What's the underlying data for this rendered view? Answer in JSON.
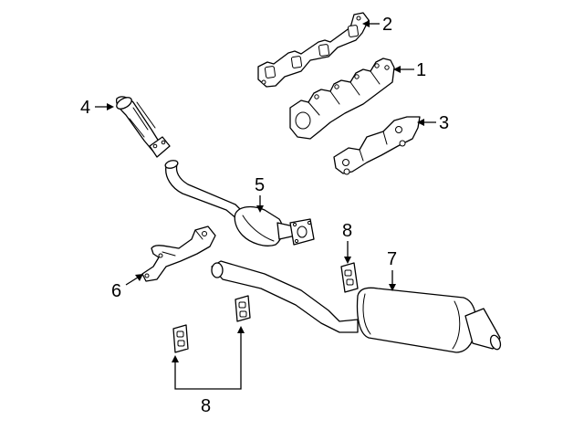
{
  "callouts": {
    "c1": "1",
    "c2": "2",
    "c3": "3",
    "c4": "4",
    "c5": "5",
    "c6": "6",
    "c7": "7",
    "c8a": "8",
    "c8b": "8"
  },
  "colors": {
    "line": "#000000",
    "fill": "#ffffff",
    "background": "#ffffff"
  }
}
